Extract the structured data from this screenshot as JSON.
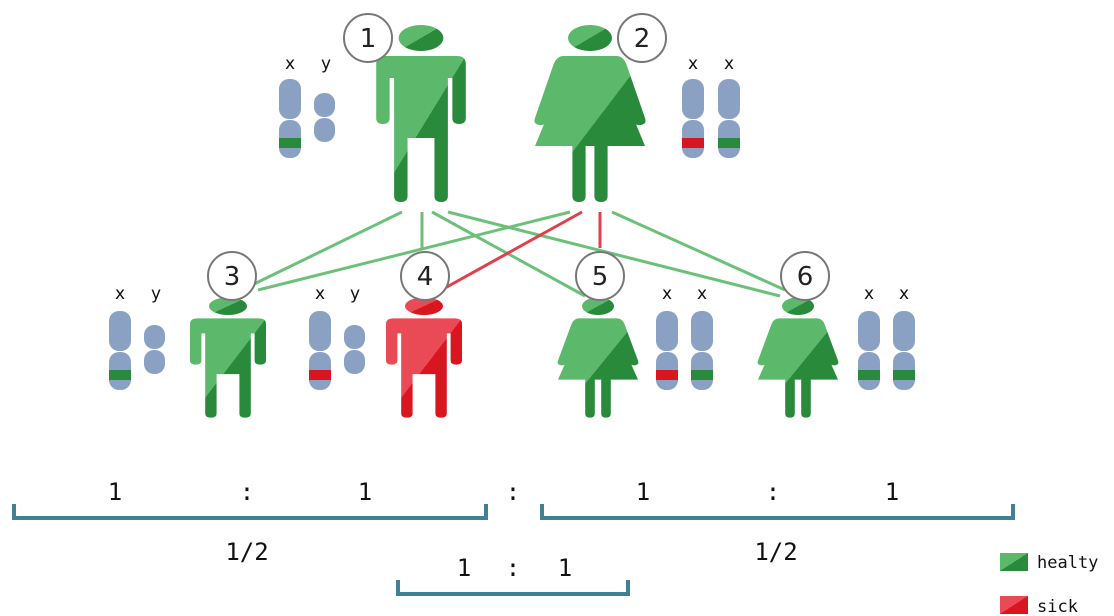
{
  "colors": {
    "healthy": "#2a8a3c",
    "healthy_light": "#5cb86a",
    "sick": "#d8161f",
    "sick_light": "#ea4a55",
    "chromosome": "#8aa1c4",
    "line_healthy": "#6cc07a",
    "line_sick": "#e0404c",
    "bracket": "#3f8095"
  },
  "people": [
    {
      "number": "1",
      "sex": "male",
      "status": "healthy",
      "chromosomes": [
        "x",
        "y"
      ]
    },
    {
      "number": "2",
      "sex": "female",
      "status": "healthy",
      "chromosomes": [
        "x",
        "x"
      ]
    },
    {
      "number": "3",
      "sex": "male",
      "status": "healthy",
      "chromosomes": [
        "x",
        "y"
      ]
    },
    {
      "number": "4",
      "sex": "male",
      "status": "sick",
      "chromosomes": [
        "x",
        "y"
      ]
    },
    {
      "number": "5",
      "sex": "female",
      "status": "healthy",
      "chromosomes": [
        "x",
        "x"
      ]
    },
    {
      "number": "6",
      "sex": "female",
      "status": "healthy",
      "chromosomes": [
        "x",
        "x"
      ]
    }
  ],
  "ratios": {
    "left": {
      "a": "1",
      "sep": ":",
      "b": "1",
      "fraction": "1/2"
    },
    "middle_sep": ":",
    "right": {
      "a": "1",
      "sep": ":",
      "b": "1",
      "fraction": "1/2"
    },
    "bottom": {
      "a": "1",
      "sep": ":",
      "b": "1"
    }
  },
  "legend": {
    "healthy": "healty",
    "sick": "sick"
  }
}
